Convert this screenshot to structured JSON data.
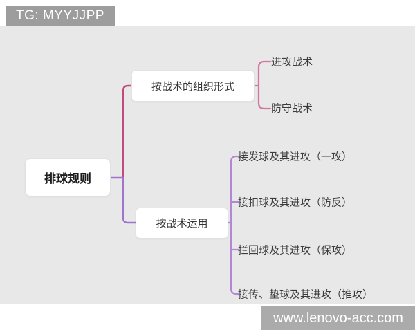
{
  "watermarks": {
    "top": "TG: MYYJJPP",
    "bottom": "www.lenovo-acc.com"
  },
  "mindmap": {
    "root": {
      "label": "排球规则"
    },
    "branches": [
      {
        "label": "按战术的组织形式",
        "children": [
          {
            "label": "进攻战术"
          },
          {
            "label": "防守战术"
          }
        ]
      },
      {
        "label": "按战术运用",
        "children": [
          {
            "label": "接发球及其进攻（一攻）"
          },
          {
            "label": "接扣球及其进攻（防反）"
          },
          {
            "label": "拦回球及其进攻（保攻）"
          },
          {
            "label": "接传、垫球及其进攻（推攻）"
          }
        ]
      }
    ],
    "colors": {
      "pink": "#c2497b",
      "pink_light": "#d4749f",
      "purple": "#9f74cf",
      "purple_light": "#b287d6"
    }
  }
}
